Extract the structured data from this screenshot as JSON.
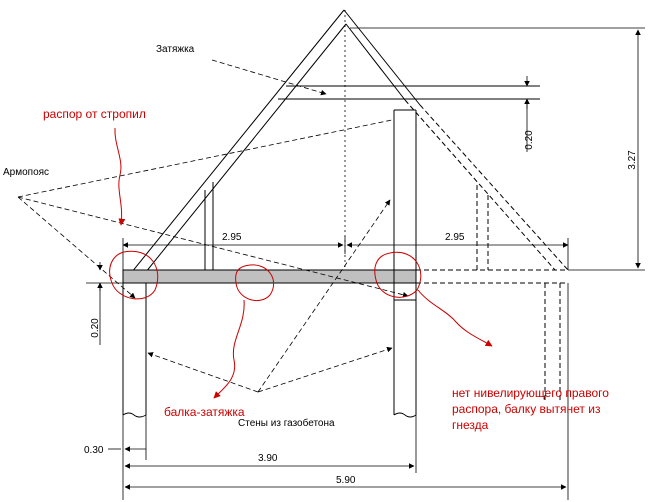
{
  "labels": {
    "tie": "Затяжка",
    "ring_beam": "Армопояс",
    "walls": "Стены из газобетона"
  },
  "dimensions": {
    "half_span_left": "2.95",
    "half_span_right": "2.95",
    "ridge_height": "3.27",
    "tie_offset": "0.20",
    "beam_height": "0.20",
    "wall_thickness": "0.30",
    "inner_span": "3.90",
    "total_span": "5.90"
  },
  "notes": {
    "rafter_thrust": "распор от стропил",
    "beam_tie": "балка-затяжка",
    "no_right_thrust_line1": "нет нивелирующего правого",
    "no_right_thrust_line2": "распора, балку вытянет из",
    "no_right_thrust_line3": "гнезда"
  },
  "colors": {
    "line": "#000000",
    "beam_fill": "#c0c0c0",
    "annotation": "#cc0000"
  }
}
